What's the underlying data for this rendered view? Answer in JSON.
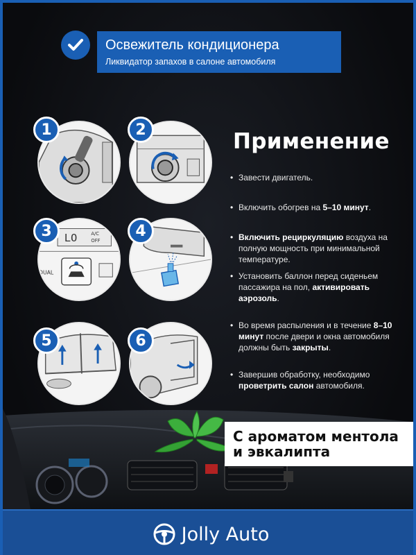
{
  "header": {
    "title": "Освежитель кондиционера",
    "subtitle": "Ликвидатор запахов в салоне автомобиля",
    "icon": "check-icon"
  },
  "steps": [
    {
      "number": "1",
      "icon": "ignition-key-icon"
    },
    {
      "number": "2",
      "icon": "heater-knob-icon"
    },
    {
      "number": "3",
      "icon": "recirculation-button-icon"
    },
    {
      "number": "4",
      "icon": "aerosol-can-icon"
    },
    {
      "number": "5",
      "icon": "closed-windows-icon"
    },
    {
      "number": "6",
      "icon": "car-door-icon"
    }
  ],
  "panel3": {
    "display": "LO",
    "ac": "A/C",
    "off": "OFF",
    "dual": "DUAL"
  },
  "usage": {
    "title": "Применение",
    "b1_text": "Завести двигатель.",
    "b2_pre": "Включить обогрев на ",
    "b2_bold": "5–10 минут",
    "b2_post": ".",
    "b3_bold": "Включить рециркуляцию",
    "b3_post": " воздуха на полную мощность при минимальной температуре.",
    "b4_pre": "Установить баллон перед сиденьем пассажира на пол, ",
    "b4_bold": "активировать аэрозоль",
    "b4_post": ".",
    "b5_pre": "Во время распыления и в течение ",
    "b5_bold1": "8–10 минут",
    "b5_mid": " после двери и окна автомобиля должны быть ",
    "b5_bold2": "закрыты",
    "b5_post": ".",
    "b6_pre": "Завершив обработку, необходимо ",
    "b6_bold": "проветрить салон",
    "b6_post": " автомобиля."
  },
  "aroma": {
    "line1": "С ароматом ментола",
    "line2": "и эвкалипта"
  },
  "footer": {
    "brand": "Jolly Auto",
    "logo_icon": "steering-wheel-icon"
  },
  "colors": {
    "accent": "#1a5fb4",
    "footer": "#1a4f96"
  }
}
